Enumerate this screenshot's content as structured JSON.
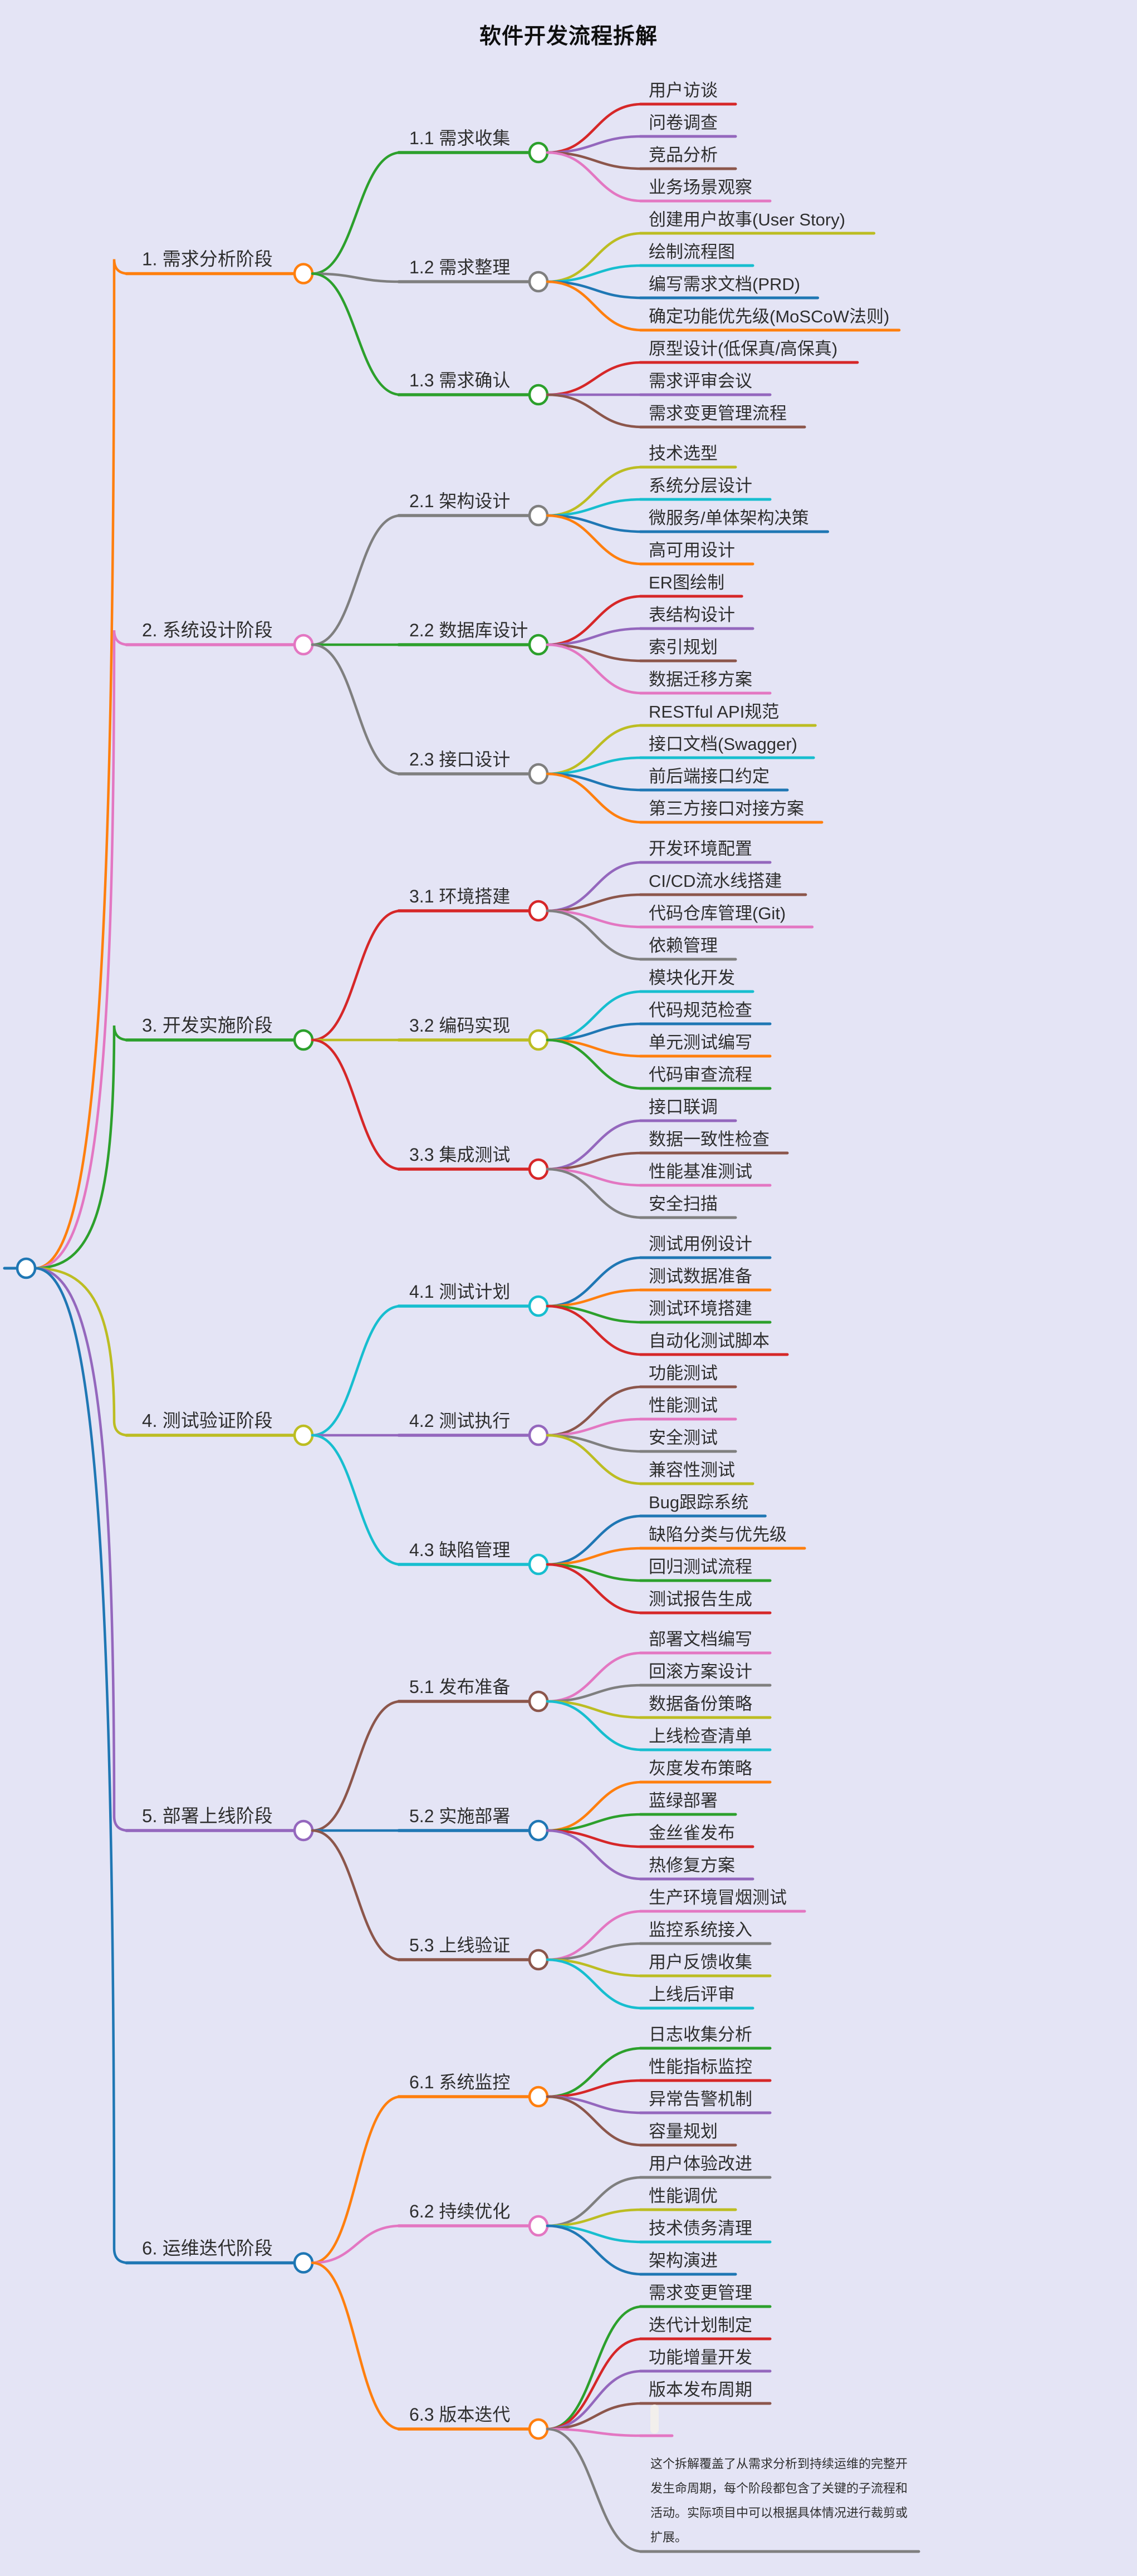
{
  "title": "软件开发流程拆解",
  "background": "#e4e4f5",
  "text_color": "#2e2e2e",
  "palette": [
    "#1f77b4",
    "#ff7f0e",
    "#2ca02c",
    "#d62728",
    "#9467bd",
    "#8c564b",
    "#e377c2",
    "#7f7f7f",
    "#bcbd22",
    "#17becf"
  ],
  "tree": {
    "label": "",
    "children": [
      {
        "label": "1. 需求分析阶段",
        "children": [
          {
            "label": "1.1 需求收集",
            "children": [
              {
                "label": "用户访谈"
              },
              {
                "label": "问卷调查"
              },
              {
                "label": "竞品分析"
              },
              {
                "label": "业务场景观察"
              }
            ]
          },
          {
            "label": "1.2 需求整理",
            "children": [
              {
                "label": "创建用户故事(User Story)"
              },
              {
                "label": "绘制流程图"
              },
              {
                "label": "编写需求文档(PRD)"
              },
              {
                "label": "确定功能优先级(MoSCoW法则)"
              }
            ]
          },
          {
            "label": "1.3 需求确认",
            "children": [
              {
                "label": "原型设计(低保真/高保真)"
              },
              {
                "label": "需求评审会议"
              },
              {
                "label": "需求变更管理流程"
              }
            ]
          }
        ]
      },
      {
        "label": "2. 系统设计阶段",
        "children": [
          {
            "label": "2.1 架构设计",
            "children": [
              {
                "label": "技术选型"
              },
              {
                "label": "系统分层设计"
              },
              {
                "label": "微服务/单体架构决策"
              },
              {
                "label": "高可用设计"
              }
            ]
          },
          {
            "label": "2.2 数据库设计",
            "children": [
              {
                "label": "ER图绘制"
              },
              {
                "label": "表结构设计"
              },
              {
                "label": "索引规划"
              },
              {
                "label": "数据迁移方案"
              }
            ]
          },
          {
            "label": "2.3 接口设计",
            "children": [
              {
                "label": "RESTful API规范"
              },
              {
                "label": "接口文档(Swagger)"
              },
              {
                "label": "前后端接口约定"
              },
              {
                "label": "第三方接口对接方案"
              }
            ]
          }
        ]
      },
      {
        "label": "3. 开发实施阶段",
        "children": [
          {
            "label": "3.1 环境搭建",
            "children": [
              {
                "label": "开发环境配置"
              },
              {
                "label": "CI/CD流水线搭建"
              },
              {
                "label": "代码仓库管理(Git)"
              },
              {
                "label": "依赖管理"
              }
            ]
          },
          {
            "label": "3.2 编码实现",
            "children": [
              {
                "label": "模块化开发"
              },
              {
                "label": "代码规范检查"
              },
              {
                "label": "单元测试编写"
              },
              {
                "label": "代码审查流程"
              }
            ]
          },
          {
            "label": "3.3 集成测试",
            "children": [
              {
                "label": "接口联调"
              },
              {
                "label": "数据一致性检查"
              },
              {
                "label": "性能基准测试"
              },
              {
                "label": "安全扫描"
              }
            ]
          }
        ]
      },
      {
        "label": "4. 测试验证阶段",
        "children": [
          {
            "label": "4.1 测试计划",
            "children": [
              {
                "label": "测试用例设计"
              },
              {
                "label": "测试数据准备"
              },
              {
                "label": "测试环境搭建"
              },
              {
                "label": "自动化测试脚本"
              }
            ]
          },
          {
            "label": "4.2 测试执行",
            "children": [
              {
                "label": "功能测试"
              },
              {
                "label": "性能测试"
              },
              {
                "label": "安全测试"
              },
              {
                "label": "兼容性测试"
              }
            ]
          },
          {
            "label": "4.3 缺陷管理",
            "children": [
              {
                "label": "Bug跟踪系统"
              },
              {
                "label": "缺陷分类与优先级"
              },
              {
                "label": "回归测试流程"
              },
              {
                "label": "测试报告生成"
              }
            ]
          }
        ]
      },
      {
        "label": "5. 部署上线阶段",
        "children": [
          {
            "label": "5.1 发布准备",
            "children": [
              {
                "label": "部署文档编写"
              },
              {
                "label": "回滚方案设计"
              },
              {
                "label": "数据备份策略"
              },
              {
                "label": "上线检查清单"
              }
            ]
          },
          {
            "label": "5.2 实施部署",
            "children": [
              {
                "label": "灰度发布策略"
              },
              {
                "label": "蓝绿部署"
              },
              {
                "label": "金丝雀发布"
              },
              {
                "label": "热修复方案"
              }
            ]
          },
          {
            "label": "5.3 上线验证",
            "children": [
              {
                "label": "生产环境冒烟测试"
              },
              {
                "label": "监控系统接入"
              },
              {
                "label": "用户反馈收集"
              },
              {
                "label": "上线后评审"
              }
            ]
          }
        ]
      },
      {
        "label": "6. 运维迭代阶段",
        "children": [
          {
            "label": "6.1 系统监控",
            "children": [
              {
                "label": "日志收集分析"
              },
              {
                "label": "性能指标监控"
              },
              {
                "label": "异常告警机制"
              },
              {
                "label": "容量规划"
              }
            ]
          },
          {
            "label": "6.2 持续优化",
            "children": [
              {
                "label": "用户体验改进"
              },
              {
                "label": "性能调优"
              },
              {
                "label": "技术债务清理"
              },
              {
                "label": "架构演进"
              }
            ]
          },
          {
            "label": "6.3 版本迭代",
            "children": [
              {
                "label": "需求变更管理"
              },
              {
                "label": "迭代计划制定"
              },
              {
                "label": "功能增量开发"
              },
              {
                "label": "版本发布周期"
              },
              {
                "label": "",
                "type": "image-placeholder"
              },
              {
                "label": "这个拆解覆盖了从需求分析到持续运维的完整开发生命周期，每个阶段都包含了关键的子流程和活动。实际项目中可以根据具体情况进行裁剪或扩展。",
                "type": "note"
              }
            ]
          }
        ]
      }
    ]
  }
}
